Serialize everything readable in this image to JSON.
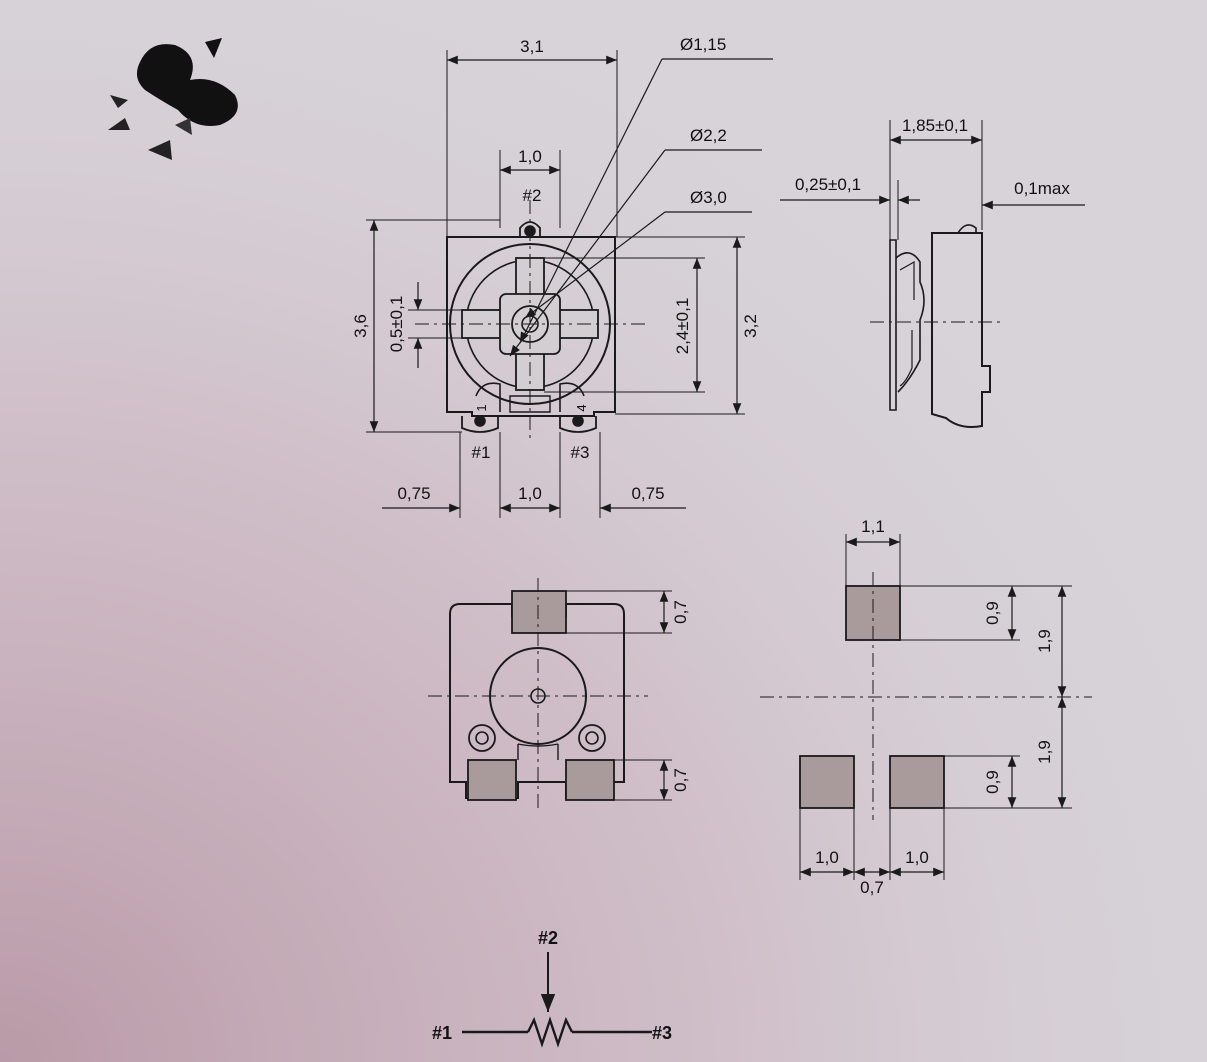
{
  "colors": {
    "paper": "#d7d3d8",
    "ink": "#1a1a1a",
    "pad_fill": "#a99a9c",
    "shadow": "#c9a8b6"
  },
  "top_view": {
    "dim_width": "3,1",
    "dim_d115": "Ø1,15",
    "dim_d22": "Ø2,2",
    "dim_d30": "Ø3,0",
    "dim_tab": "1,0",
    "dim_height_total": "3,6",
    "dim_slot": "0,5±0,1",
    "dim_inner": "2,4±0,1",
    "dim_body": "3,2",
    "dim_left": "0,75",
    "dim_mid": "1,0",
    "dim_right": "0,75",
    "pin2": "#2",
    "pin1": "#1",
    "pin3": "#3",
    "mark1": "1",
    "mark4": "4"
  },
  "side_view": {
    "dim_depth": "1,85±0,1",
    "dim_lead": "0,25±0,1",
    "dim_max": "0,1max"
  },
  "bottom_view": {
    "dim_top_pad": "0,7",
    "dim_bottom_pad": "0,7"
  },
  "land_pattern": {
    "dim_pad_w": "1,1",
    "dim_pad_h_top": "0,9",
    "dim_pitch_top": "1,9",
    "dim_pitch_bottom": "1,9",
    "dim_pad_h_bottom": "0,9",
    "dim_pad_l": "1,0",
    "dim_pad_r": "1,0",
    "dim_gap": "0,7"
  },
  "schematic": {
    "wiper": "#2",
    "left": "#1",
    "right": "#3"
  }
}
